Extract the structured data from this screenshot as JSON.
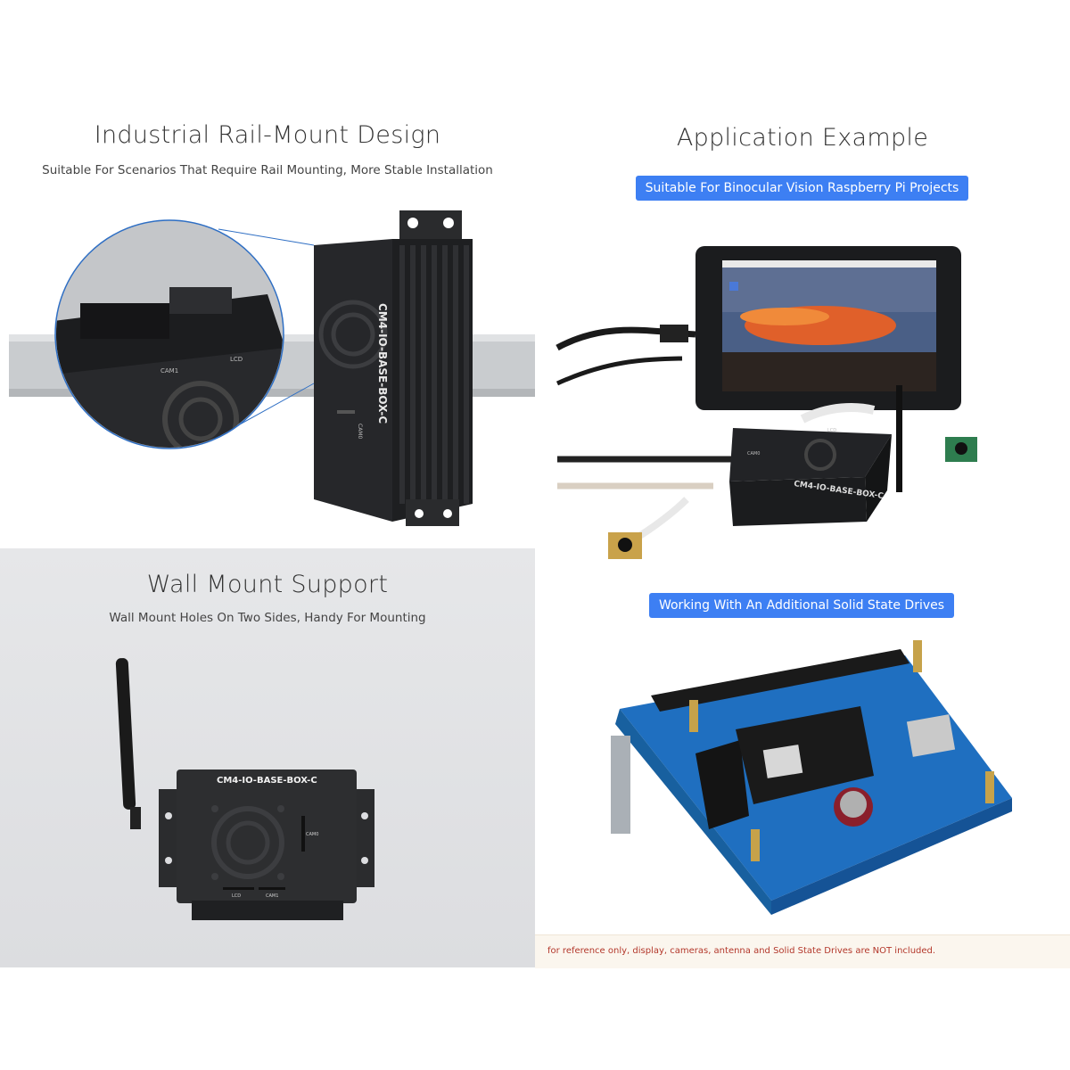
{
  "rail": {
    "title": "Industrial Rail-Mount Design",
    "subtitle": "Suitable For Scenarios That Require Rail Mounting, More Stable Installation",
    "device_label": "CM4-IO-BASE-BOX-C",
    "port_cam0": "CAM0",
    "port_cam1": "CAM1",
    "port_lcd": "LCD"
  },
  "app": {
    "title": "Application Example",
    "pill": "Suitable For Binocular Vision Raspberry Pi Projects",
    "device_label": "CM4-IO-BASE-BOX-C",
    "port_cam0": "CAM0",
    "port_lcd": "LCD"
  },
  "wall": {
    "title": "Wall Mount Support",
    "subtitle": "Wall Mount Holes On Two Sides, Handy For Mounting",
    "device_label": "CM4-IO-BASE-BOX-C",
    "port_cam0": "CAM0",
    "port_cam1": "CAM1",
    "port_lcd": "LCD"
  },
  "ssd": {
    "pill": "Working With An Additional Solid State Drives",
    "note": "for reference only, display, cameras, antenna and Solid State Drives are NOT included."
  },
  "colors": {
    "accent": "#3d7ff3",
    "note_text": "#b3382b",
    "pcb": "#1f6fc0"
  }
}
